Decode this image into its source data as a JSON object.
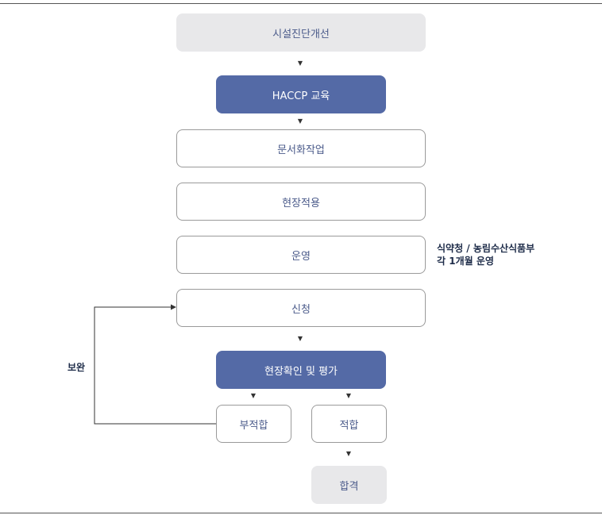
{
  "nodes": {
    "facility": "시설진단개선",
    "haccp": "HACCP 교육",
    "docs": "문서화작업",
    "apply": "현장적용",
    "operate": "운영",
    "request": "신청",
    "inspect": "현장확인 및 평가",
    "fail": "부적합",
    "pass": "적합",
    "certified": "합격"
  },
  "notes": {
    "operate_line1": "식약청 / 농림수산식품부",
    "operate_line2": "각 1개월 운영",
    "feedback": "보완"
  },
  "colors": {
    "accent_blue": "#546aa6",
    "gray_fill": "#e8e8ea",
    "text_blue": "#4a5a8a"
  }
}
